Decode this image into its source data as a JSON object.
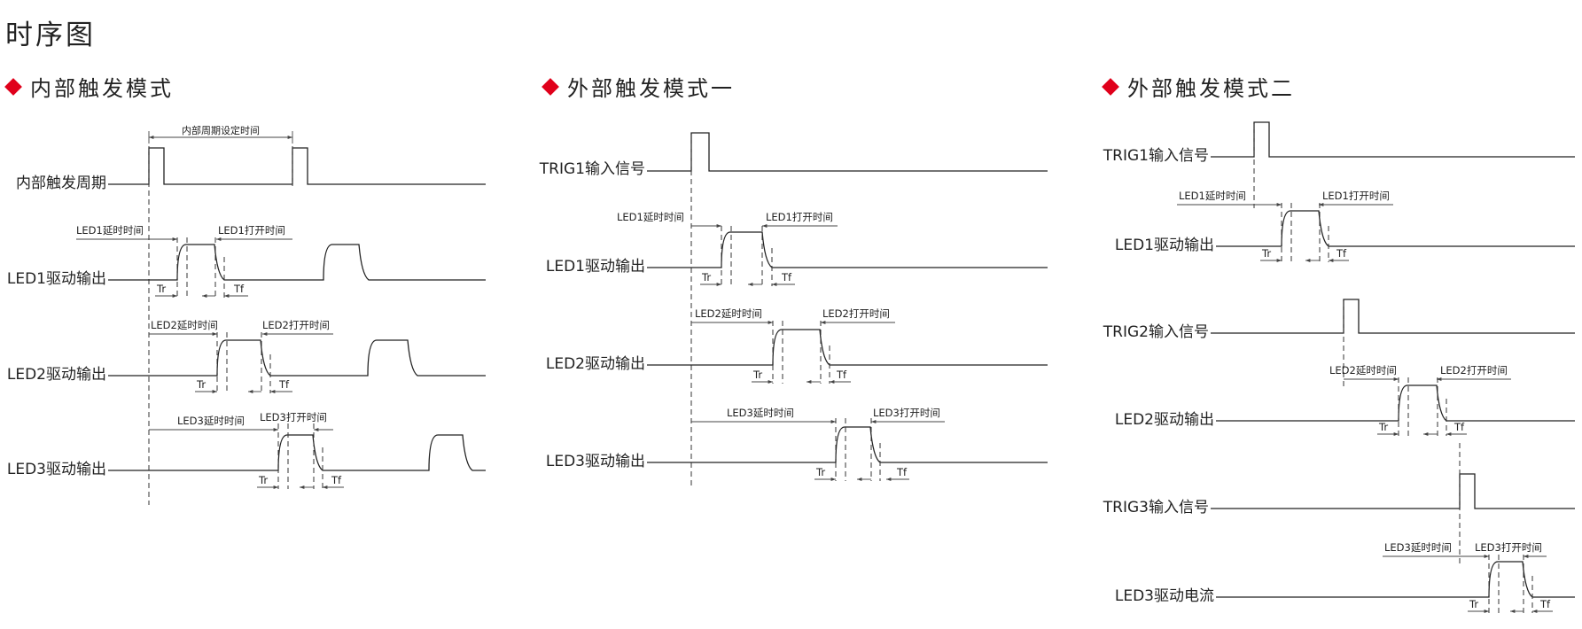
{
  "page_title": "时序图",
  "accent_color": "#e0001b",
  "sections": {
    "internal": {
      "title": "内部触发模式",
      "period_signal": "内部触发周期",
      "period_span": "内部周期设定时间",
      "led1_out": "LED1驱动输出",
      "led2_out": "LED2驱动输出",
      "led3_out": "LED3驱动输出",
      "led1_delay": "LED1延时时间",
      "led1_on": "LED1打开时间",
      "led2_delay": "LED2延时时间",
      "led2_on": "LED2打开时间",
      "led3_delay": "LED3延时时间",
      "led3_on": "LED3打开时间",
      "tr": "Tr",
      "tf": "Tf"
    },
    "external1": {
      "title": "外部触发模式一",
      "trig1": "TRIG1输入信号",
      "led1_out": "LED1驱动输出",
      "led2_out": "LED2驱动输出",
      "led3_out": "LED3驱动输出",
      "led1_delay": "LED1延时时间",
      "led1_on": "LED1打开时间",
      "led2_delay": "LED2延时时间",
      "led2_on": "LED2打开时间",
      "led3_delay": "LED3延时时间",
      "led3_on": "LED3打开时间",
      "tr": "Tr",
      "tf": "Tf"
    },
    "external2": {
      "title": "外部触发模式二",
      "trig1": "TRIG1输入信号",
      "trig2": "TRIG2输入信号",
      "trig3": "TRIG3输入信号",
      "led1_out": "LED1驱动输出",
      "led2_out": "LED2驱动输出",
      "led3_current": "LED3驱动电流",
      "led1_delay": "LED1延时时间",
      "led1_on": "LED1打开时间",
      "led2_delay": "LED2延时时间",
      "led2_on": "LED2打开时间",
      "led3_delay": "LED3延时时间",
      "led3_on": "LED3打开时间",
      "tr": "Tr",
      "tf": "Tf"
    }
  }
}
